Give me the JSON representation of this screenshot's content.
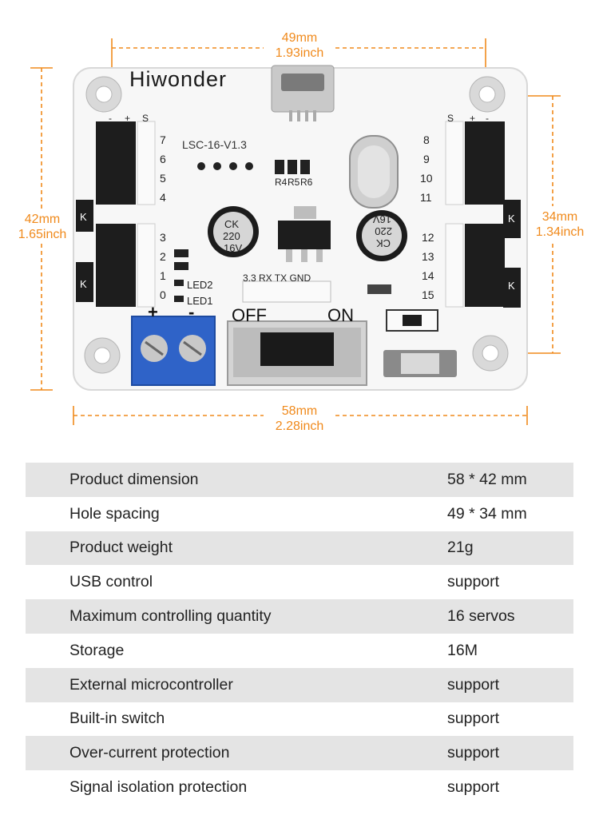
{
  "board": {
    "brand": "Hiwonder",
    "model": "LSC-16-V1.3",
    "capacitor_text": [
      "CK",
      "220",
      "16V"
    ],
    "resistor_labels": [
      "R4",
      "R5",
      "R6"
    ],
    "left_top_pins": [
      "7",
      "6",
      "5",
      "4"
    ],
    "left_bottom_pins": [
      "3",
      "2",
      "1",
      "0"
    ],
    "right_top_pins": [
      "8",
      "9",
      "10",
      "11"
    ],
    "right_bottom_pins": [
      "12",
      "13",
      "14",
      "15"
    ],
    "header_signs": [
      "S",
      "+",
      "-"
    ],
    "led_labels": [
      "LED2",
      "LED1"
    ],
    "uart_label": "3.3 RX TX GND",
    "switch_off": "OFF",
    "switch_on": "ON",
    "k_label": "K",
    "plus": "+",
    "minus": "-"
  },
  "dimensions": {
    "top_mm": "49mm",
    "top_in": "1.93inch",
    "left_mm": "42mm",
    "left_in": "1.65inch",
    "right_mm": "34mm",
    "right_in": "1.34inch",
    "bottom_mm": "58mm",
    "bottom_in": "2.28inch",
    "accent_color": "#f08a1c"
  },
  "specs": [
    {
      "label": "Product dimension",
      "value": "58 * 42 mm"
    },
    {
      "label": "Hole spacing",
      "value": "49 * 34 mm"
    },
    {
      "label": "Product weight",
      "value": "21g"
    },
    {
      "label": "USB control",
      "value": "support"
    },
    {
      "label": "Maximum controlling quantity",
      "value": "16 servos"
    },
    {
      "label": "Storage",
      "value": "16M"
    },
    {
      "label": "External microcontroller",
      "value": "support"
    },
    {
      "label": "Built-in switch",
      "value": "support"
    },
    {
      "label": "Over-current protection",
      "value": "support"
    },
    {
      "label": "Signal isolation protection",
      "value": "support"
    }
  ]
}
